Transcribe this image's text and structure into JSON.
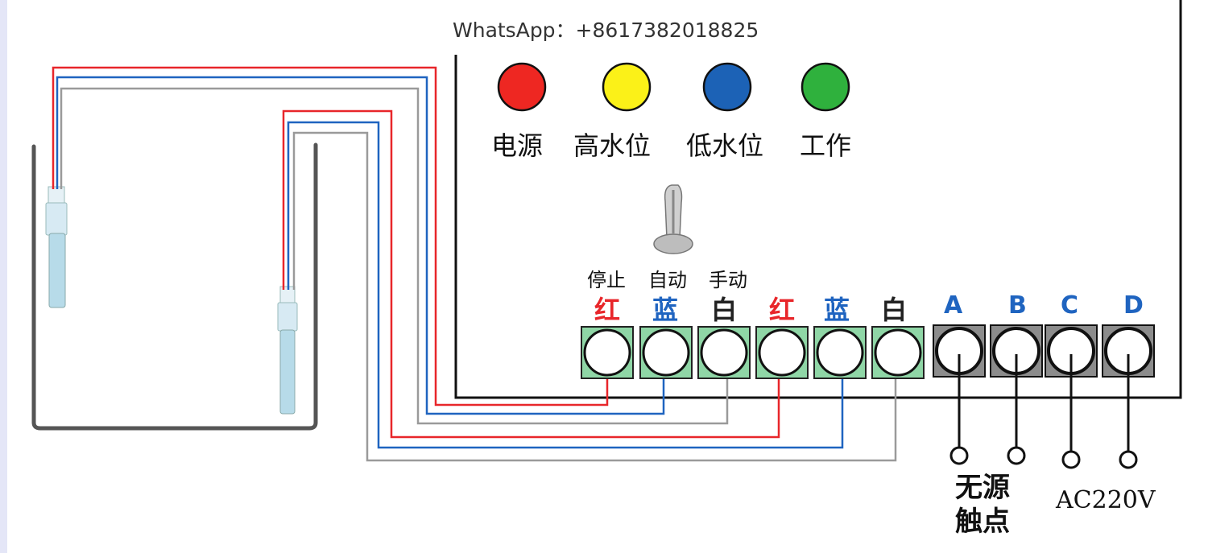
{
  "contact": "WhatsApp：+8617382018825",
  "indicators": [
    {
      "label": "电源",
      "color": "#ee2722"
    },
    {
      "label": "高水位",
      "color": "#fbf118"
    },
    {
      "label": "低水位",
      "color": "#1c62b6"
    },
    {
      "label": "工作",
      "color": "#2fb13d"
    }
  ],
  "switch_modes": [
    "停止",
    "自动",
    "手动"
  ],
  "terminals": [
    {
      "label": "红",
      "color": "#e8262a"
    },
    {
      "label": "蓝",
      "color": "#1f64c0"
    },
    {
      "label": "白",
      "color": "#222222"
    },
    {
      "label": "红",
      "color": "#e8262a"
    },
    {
      "label": "蓝",
      "color": "#1f64c0"
    },
    {
      "label": "白",
      "color": "#222222"
    },
    {
      "label": "A",
      "color": "#1f64c0"
    },
    {
      "label": "B",
      "color": "#1f64c0"
    },
    {
      "label": "C",
      "color": "#1f64c0"
    },
    {
      "label": "D",
      "color": "#1f64c0"
    }
  ],
  "outputs": {
    "dry_contact_line1": "无源",
    "dry_contact_line2": "触点",
    "power": "AC220V"
  },
  "colors": {
    "wire_red": "#e8262a",
    "wire_blue": "#1f64c0",
    "wire_white": "#9a9a9a",
    "terminal_green": "#8fd6a6",
    "terminal_gray": "#8c8c8c"
  }
}
